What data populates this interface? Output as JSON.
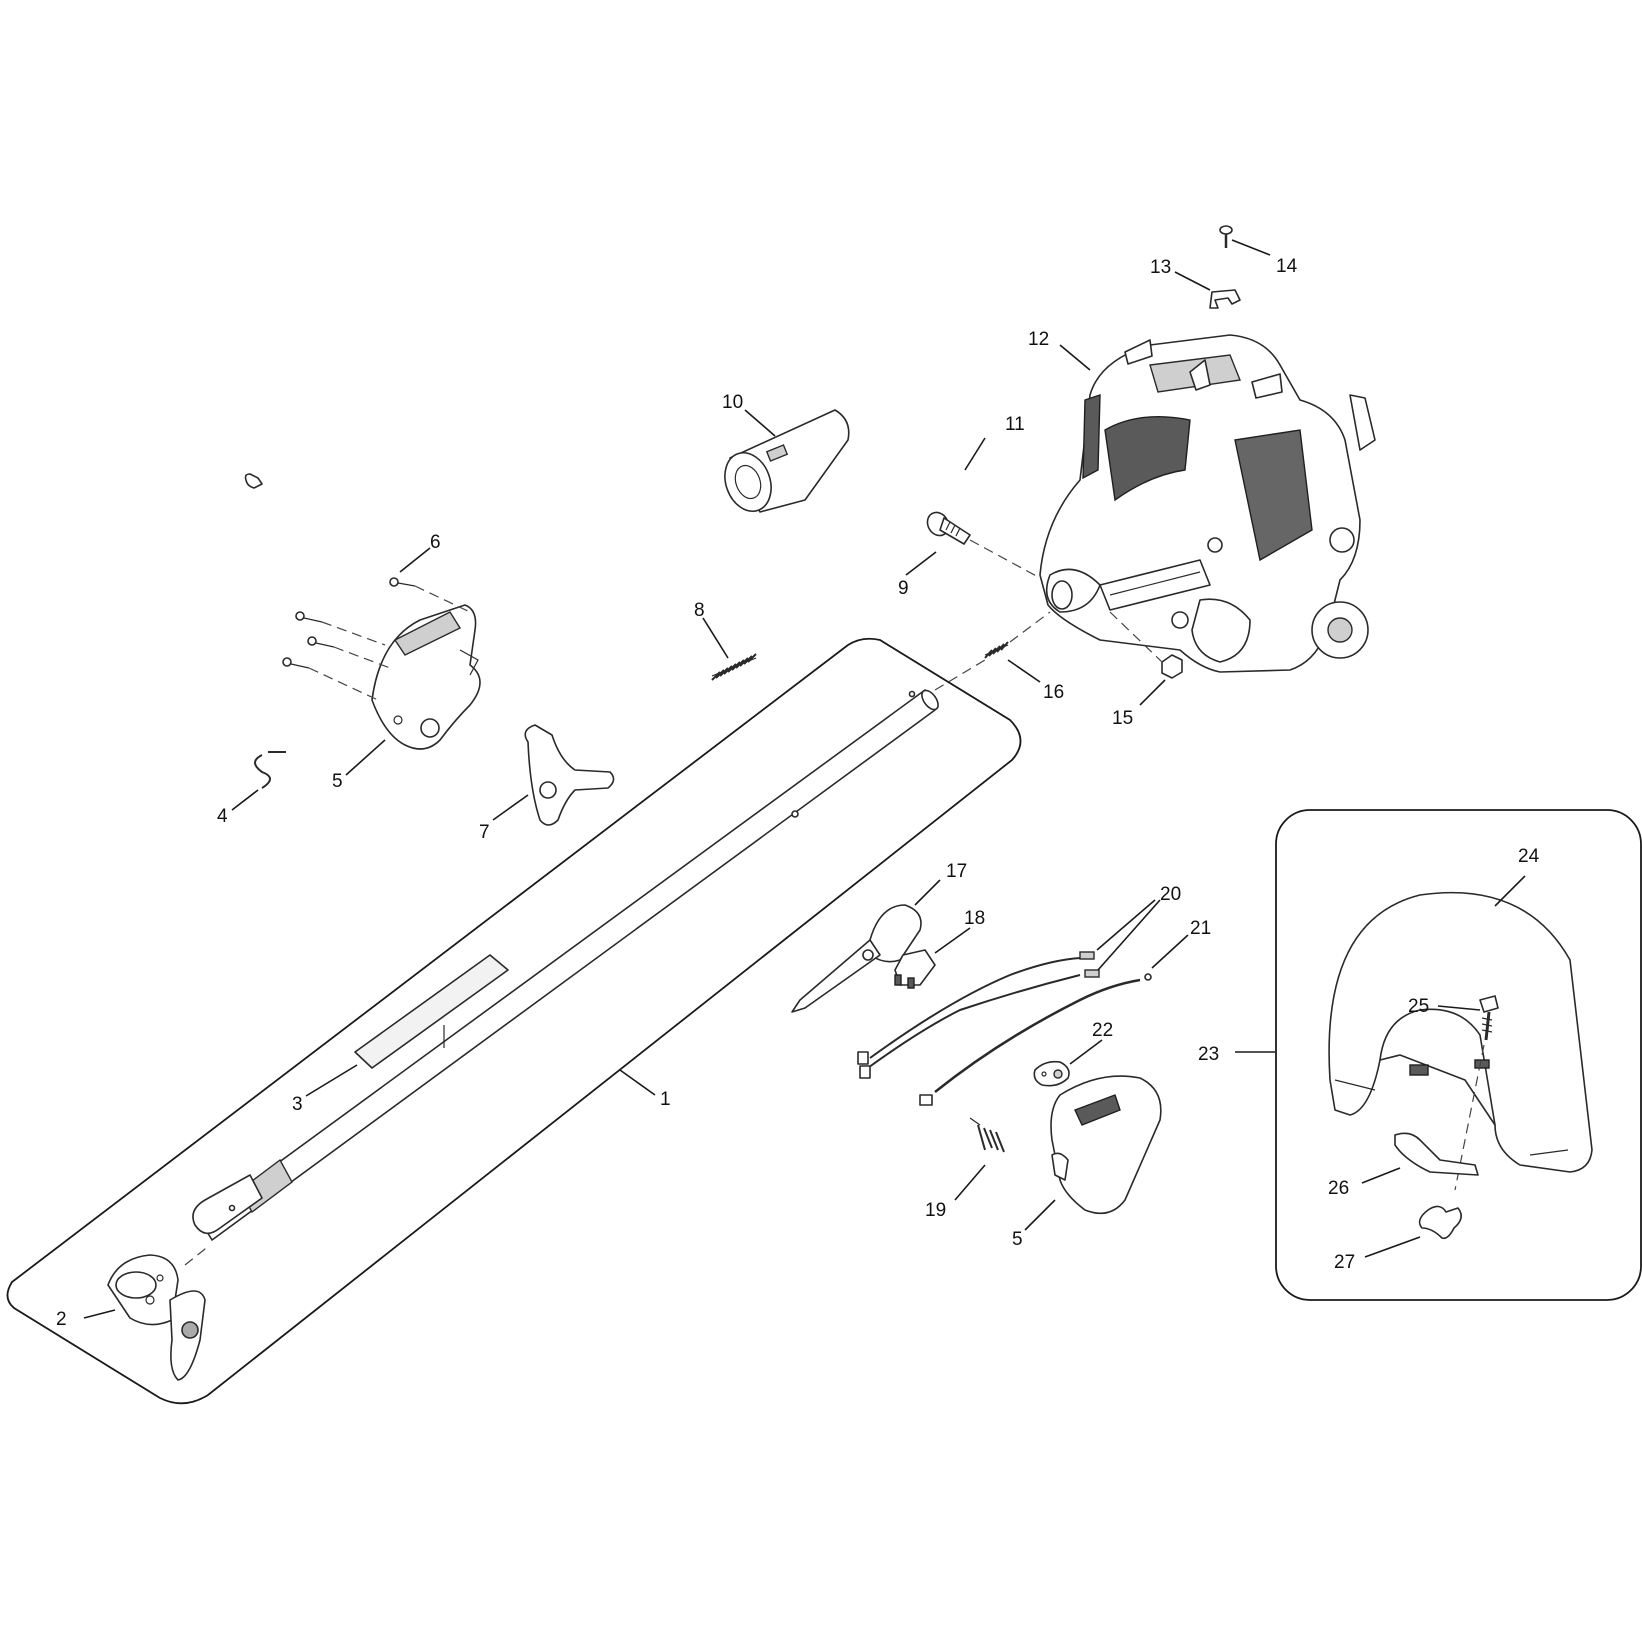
{
  "callouts": {
    "c1": "1",
    "c2": "2",
    "c3": "3",
    "c4": "4",
    "c5a": "5",
    "c5b": "5",
    "c6": "6",
    "c7": "7",
    "c8": "8",
    "c9": "9",
    "c10": "10",
    "c11": "11",
    "c12": "12",
    "c13": "13",
    "c14": "14",
    "c15": "15",
    "c16": "16",
    "c17": "17",
    "c18": "18",
    "c19": "19",
    "c20": "20",
    "c21": "21",
    "c22": "22",
    "c23": "23",
    "c24": "24",
    "c25": "25",
    "c26": "26",
    "c27": "27"
  }
}
